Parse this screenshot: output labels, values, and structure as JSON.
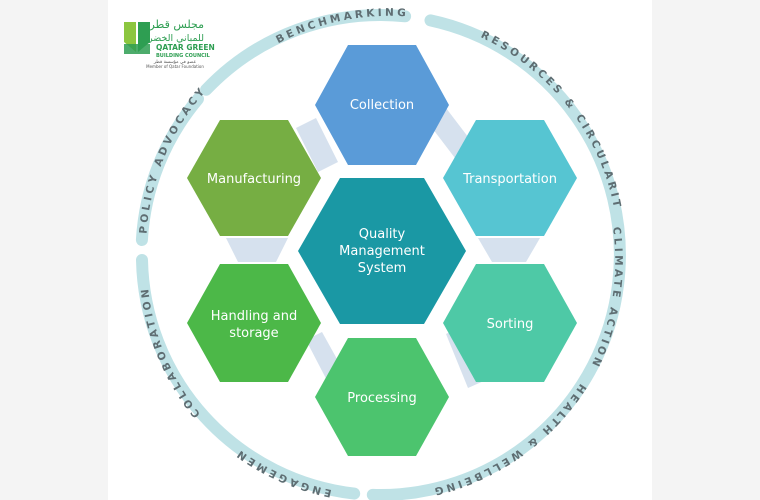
{
  "logo": {
    "arabic_line1": "مجلس قطر",
    "arabic_line2": "للمباني الخضراء",
    "english_line1": "QATAR GREEN",
    "english_line2": "BUILDING COUNCIL",
    "member_arabic": "عضو في مؤسسة قطر",
    "member_english": "Member of Qatar Foundation",
    "color_green": "#2e9e52",
    "color_lightgreen": "#8cc63f"
  },
  "ring": {
    "color": "#bfe2e6",
    "labels": {
      "benchmarking": "BENCHMARKING",
      "resources": "RESOURCES & CIRCULARITY",
      "climate": "CLIMATE ACTION",
      "health": "HEALTH & WELLBEING",
      "engagement": "ENGAGEMENT",
      "collaboration": "COLLABORATION",
      "policy": "POLICY ADVOCACY"
    }
  },
  "center": {
    "line1": "Quality",
    "line2": "Management",
    "line3": "System",
    "color": "#1a98a4"
  },
  "hexes": {
    "collection": {
      "label": "Collection",
      "color": "#5a9bd8"
    },
    "transportation": {
      "label": "Transportation",
      "color": "#56c5d2"
    },
    "sorting": {
      "label": "Sorting",
      "color": "#4ec9a6"
    },
    "processing": {
      "label": "Processing",
      "color": "#4cc46e"
    },
    "handling": {
      "line1": "Handling and",
      "line2": "storage",
      "color": "#4cb848"
    },
    "manufacturing": {
      "label": "Manufacturing",
      "color": "#76ae43"
    }
  },
  "connector_color": "#d6e1ee"
}
